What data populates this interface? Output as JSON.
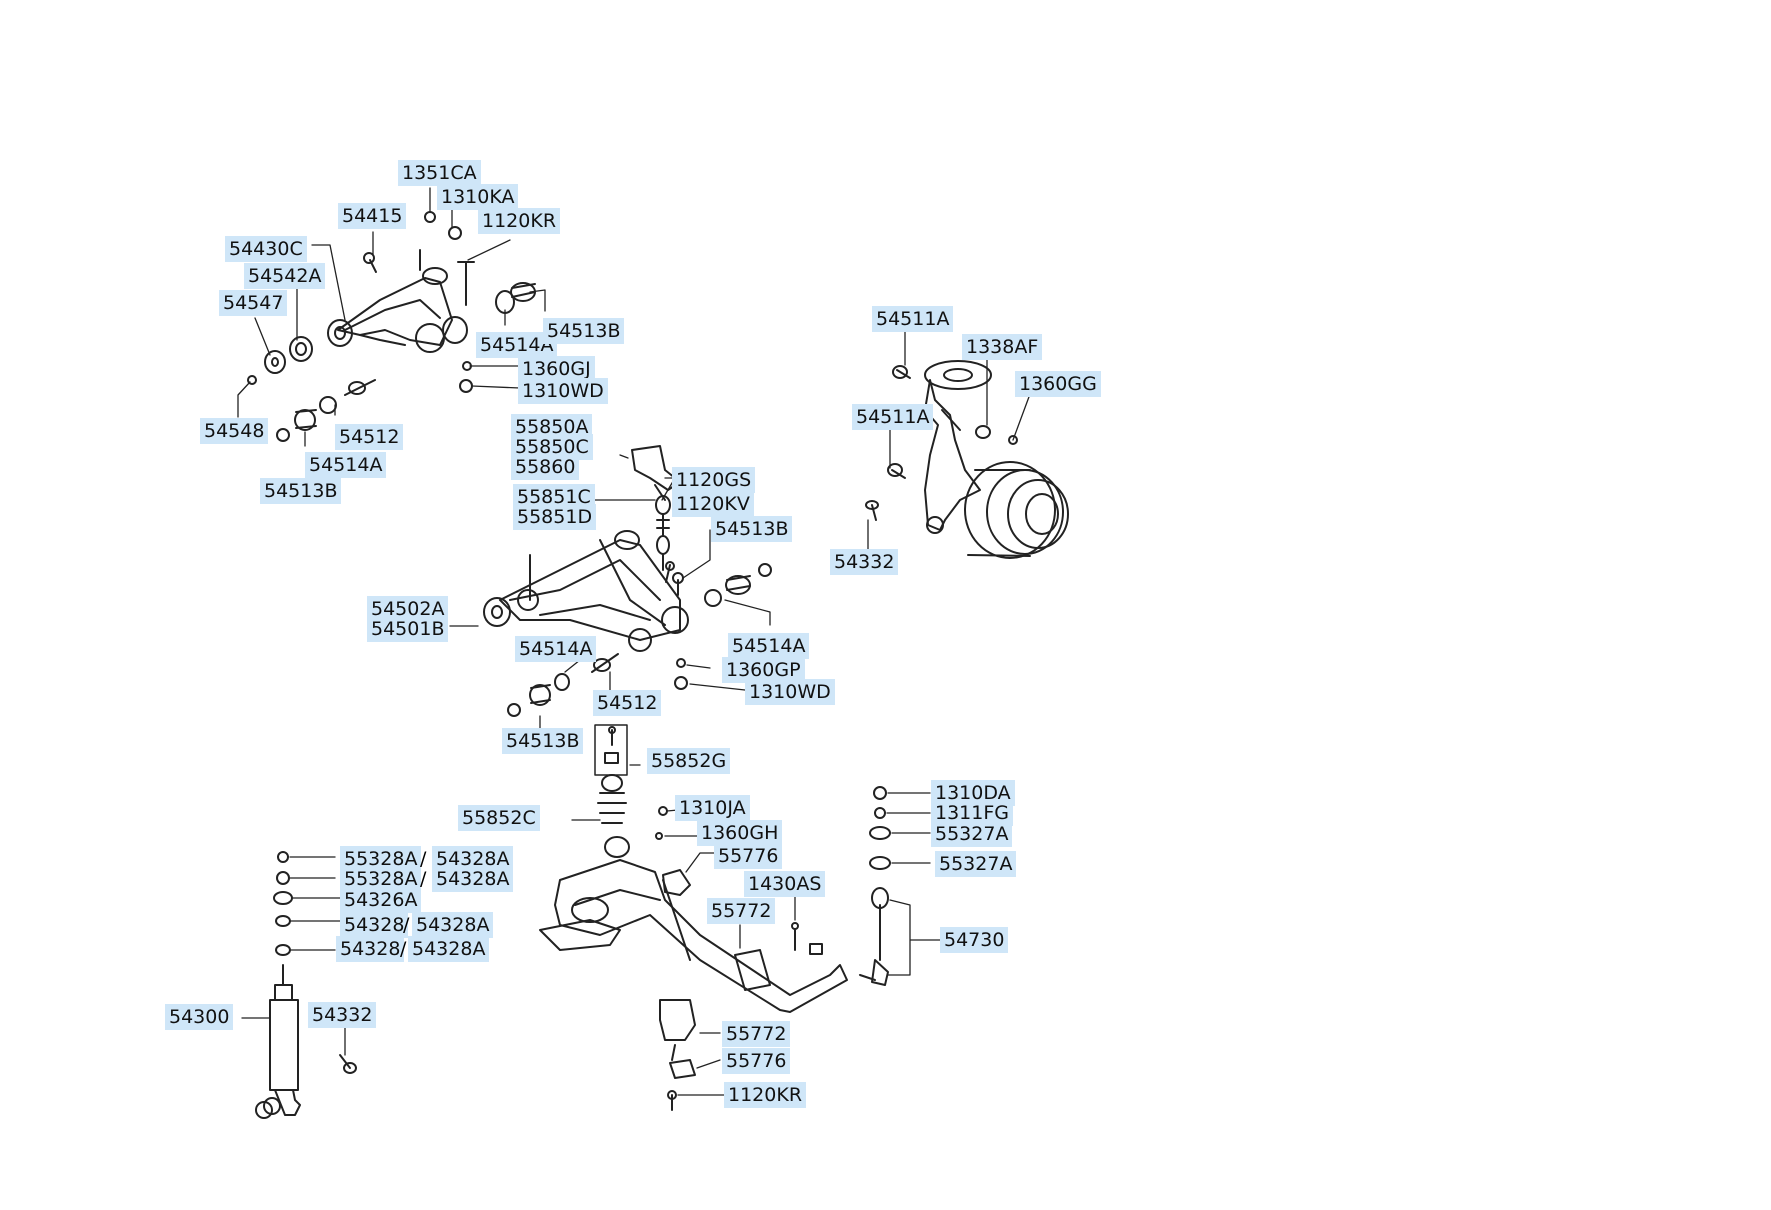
{
  "labels": [
    {
      "text": "1351CA"
    },
    {
      "text": "1310KA"
    },
    {
      "text": "1120KR"
    },
    {
      "text": "54415"
    },
    {
      "text": "54430C"
    },
    {
      "text": "54542A"
    },
    {
      "text": "54547"
    },
    {
      "text": "54514A"
    },
    {
      "text": "54513B"
    },
    {
      "text": "1360GJ"
    },
    {
      "text": "1310WD"
    },
    {
      "text": "54548"
    },
    {
      "text": "54512"
    },
    {
      "text": "54514A"
    },
    {
      "text": "54513B"
    },
    {
      "text": "55850A"
    },
    {
      "text": "55850C"
    },
    {
      "text": "55860"
    },
    {
      "text": "1120GS"
    },
    {
      "text": "55851C"
    },
    {
      "text": "1120KV"
    },
    {
      "text": "55851D"
    },
    {
      "text": "54513B"
    },
    {
      "text": "54502A"
    },
    {
      "text": "54501B"
    },
    {
      "text": "54514A"
    },
    {
      "text": "54514A"
    },
    {
      "text": "1360GP"
    },
    {
      "text": "54512"
    },
    {
      "text": "1310WD"
    },
    {
      "text": "54513B"
    },
    {
      "text": "55852G"
    },
    {
      "text": "55852C"
    },
    {
      "text": "1310JA"
    },
    {
      "text": "1360GH"
    },
    {
      "text": "55776"
    },
    {
      "text": "1430AS"
    },
    {
      "text": "55772"
    },
    {
      "text": "55772"
    },
    {
      "text": "55776"
    },
    {
      "text": "1120KR"
    },
    {
      "text": "55328A"
    },
    {
      "text": "54328A"
    },
    {
      "text": "55328A"
    },
    {
      "text": "54328A"
    },
    {
      "text": "54326A"
    },
    {
      "text": "54328"
    },
    {
      "text": "54328A"
    },
    {
      "text": "54328"
    },
    {
      "text": "54328A"
    },
    {
      "text": "54300"
    },
    {
      "text": "54332"
    },
    {
      "text": "54511A"
    },
    {
      "text": "1338AF"
    },
    {
      "text": "1360GG"
    },
    {
      "text": "54511A"
    },
    {
      "text": "54332"
    },
    {
      "text": "1310DA"
    },
    {
      "text": "1311FG"
    },
    {
      "text": "55327A"
    },
    {
      "text": "55327A"
    },
    {
      "text": "54730"
    }
  ]
}
